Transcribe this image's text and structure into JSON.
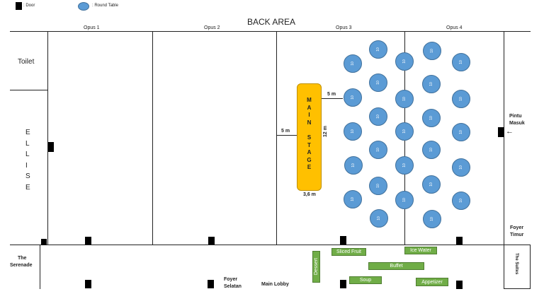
{
  "legend": {
    "door_label": ": Door",
    "table_label": ": Round Table"
  },
  "title": "BACK AREA",
  "rooms": {
    "opus1": "Opus 1",
    "opus2": "Opus 2",
    "opus3": "Opus 3",
    "opus4": "Opus 4",
    "toilet": "Toilet",
    "ellise": "E\nL\nL\nI\nS\nE"
  },
  "stage": {
    "letters": "M\nA\nI\nN\n \nS\nT\nA\nG\nE",
    "width_label": "3,6 m",
    "height_label": "12 m",
    "gap_left": "5 m",
    "gap_right": "5 m"
  },
  "entrance": {
    "label_line1": "Pintu",
    "label_line2": "Masuk",
    "arrow": "←"
  },
  "foyer_timur": {
    "line1": "Foyer",
    "line2": "Timur"
  },
  "foyer_selatan": {
    "line1": "Foyer",
    "line2": "Selatan"
  },
  "main_lobby": "Main Lobby",
  "serenade": {
    "line1": "The",
    "line2": "Serenade"
  },
  "suites": "The Suites",
  "table_number": "10",
  "food": {
    "dessert": "Dessert",
    "sliced_fruit": "Sliced Fruit",
    "ice_water": "Ice Water",
    "buffet": "Buffet",
    "soup": "Soup",
    "appetizer": "Appetizer"
  }
}
